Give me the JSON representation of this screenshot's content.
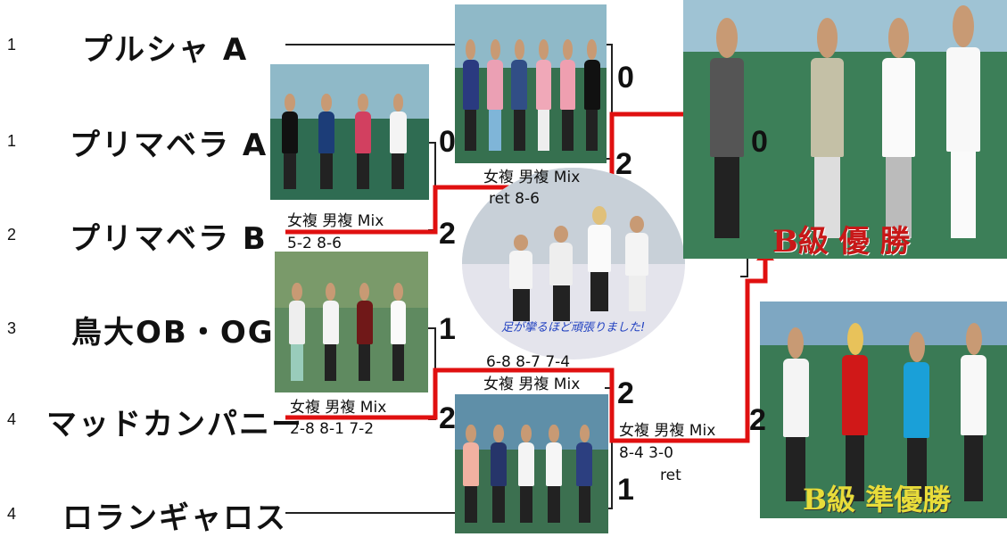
{
  "teams": [
    {
      "seed": "1",
      "name": "プルシャ A"
    },
    {
      "seed": "1",
      "name": "プリマベラ A"
    },
    {
      "seed": "2",
      "name": "プリマベラ B"
    },
    {
      "seed": "3",
      "name": "鳥大OB・OG"
    },
    {
      "seed": "4",
      "name": "マッドカンパニー"
    },
    {
      "seed": "4",
      "name": "ロランギャロス"
    }
  ],
  "round1": {
    "match1": {
      "score_top": "0",
      "score_bottom": "2",
      "header": "女複 男複 Mix",
      "results": "5-2  8-6"
    },
    "match2": {
      "score_top": "1",
      "score_bottom": "2",
      "header": "女複 男複 Mix",
      "results": "2-8  8-1  7-2"
    }
  },
  "semis": {
    "match1": {
      "score_top": "0",
      "score_bottom": "2",
      "header": "女複 男複 Mix",
      "results": "ret  8-6"
    },
    "match2": {
      "score_top": "2",
      "score_bottom": "1",
      "header_top": "6-8  8-7  7-4",
      "header": "女複 男複 Mix"
    }
  },
  "final": {
    "score_top": "0",
    "score_bottom": "2",
    "header": "女複 男複 Mix",
    "results_line1": "8-4  3-0",
    "results_line2": "ret"
  },
  "captions": {
    "winner": "B級 優 勝",
    "runner_up": "B級 準優勝",
    "oval": "足が攣るほど頑張りました!"
  },
  "colors": {
    "winner_path": "#e01010",
    "line": "#222222"
  }
}
